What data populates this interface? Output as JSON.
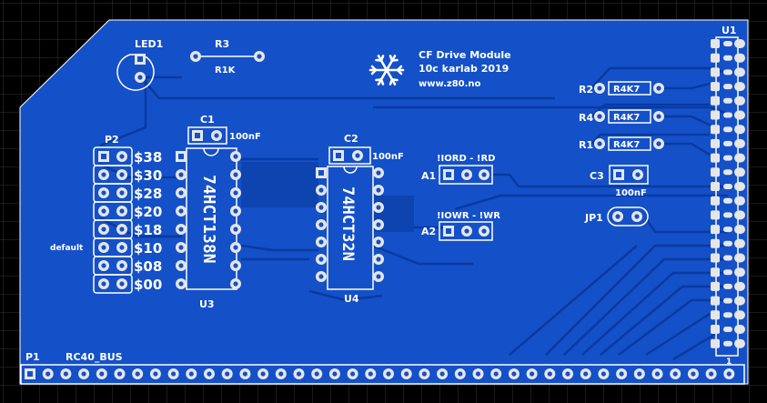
{
  "board": {
    "colors": {
      "background": "#000000",
      "grid": "#333333",
      "copper": "#1450c8",
      "copper_dark": "#0a3aa0",
      "silk": "#ffffff",
      "pad": "#e6e6e6"
    },
    "title_lines": [
      "CF Drive Module",
      "10c karlab 2019",
      "www.z80.no"
    ],
    "logo": "snowflake-icon",
    "bus_label": "P1",
    "bus_name": "RC40_BUS",
    "connector_u1": {
      "ref": "U1",
      "pin1": "1",
      "pins": 22
    },
    "led": {
      "ref": "LED1"
    },
    "r3": {
      "ref": "R3",
      "value": "R1K"
    },
    "c1": {
      "ref": "C1",
      "value": "100nF"
    },
    "c2": {
      "ref": "C2",
      "value": "100nF"
    },
    "c3": {
      "ref": "C3",
      "value": "100nF"
    },
    "u3": {
      "ref": "U3",
      "part": "74HCT138N"
    },
    "u4": {
      "ref": "U4",
      "part": "74HCT32N"
    },
    "p2": {
      "ref": "P2",
      "default_label": "default",
      "addresses": [
        "$38",
        "$30",
        "$28",
        "$20",
        "$18",
        "$10",
        "$08",
        "$00"
      ]
    },
    "a1": {
      "ref": "A1",
      "label": "!IORD - !RD"
    },
    "a2": {
      "ref": "A2",
      "label": "!IOWR - !WR"
    },
    "resistors": [
      {
        "ref": "R2",
        "value": "R4K7"
      },
      {
        "ref": "R4",
        "value": "R4K7"
      },
      {
        "ref": "R1",
        "value": "R4K7"
      }
    ],
    "jp1": {
      "ref": "JP1"
    },
    "bus_pin_count": 40
  }
}
